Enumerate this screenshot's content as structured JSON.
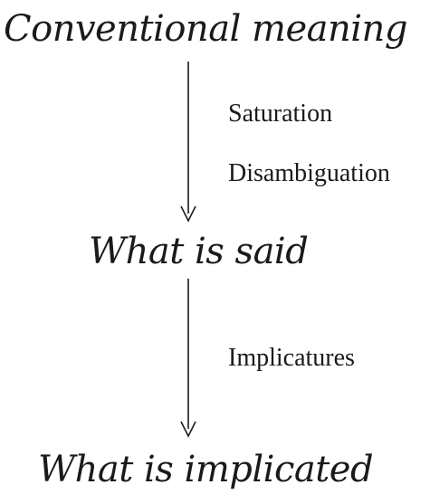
{
  "stages": [
    {
      "label": "Conventional meaning"
    },
    {
      "label": "What is said"
    },
    {
      "label": "What is implicated"
    }
  ],
  "transitions": [
    {
      "from": 0,
      "to": 1,
      "labels": [
        "Saturation",
        "Disambiguation"
      ]
    },
    {
      "from": 1,
      "to": 2,
      "labels": [
        "Implicatures"
      ]
    }
  ],
  "colors": {
    "text": "#1a1a1a",
    "arrow": "#1a1a1a",
    "background": "#ffffff"
  }
}
